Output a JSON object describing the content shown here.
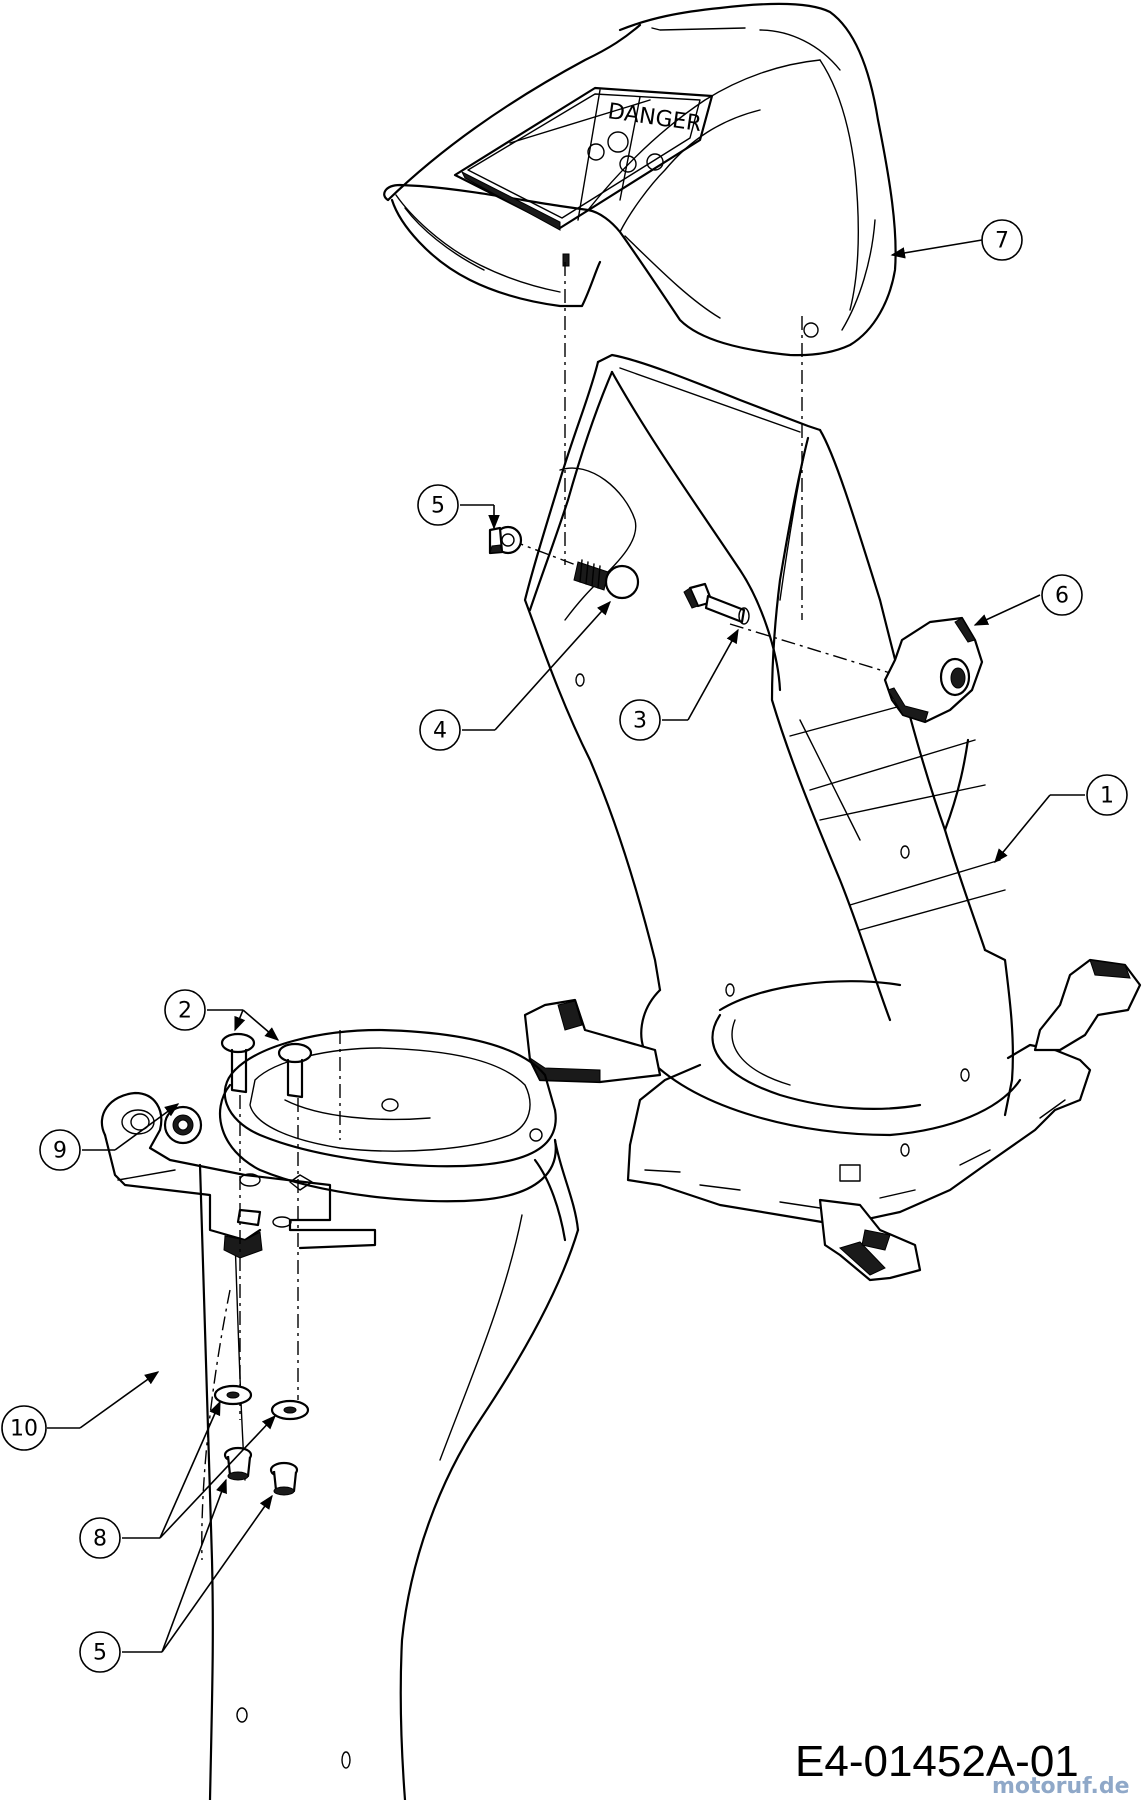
{
  "callouts": [
    "1",
    "2",
    "3",
    "4",
    "5",
    "6",
    "7",
    "8",
    "9",
    "10"
  ],
  "drawing_code": "E4-01452A-01",
  "watermark": "motoruf.de",
  "decal": {
    "text": "DANGER"
  }
}
